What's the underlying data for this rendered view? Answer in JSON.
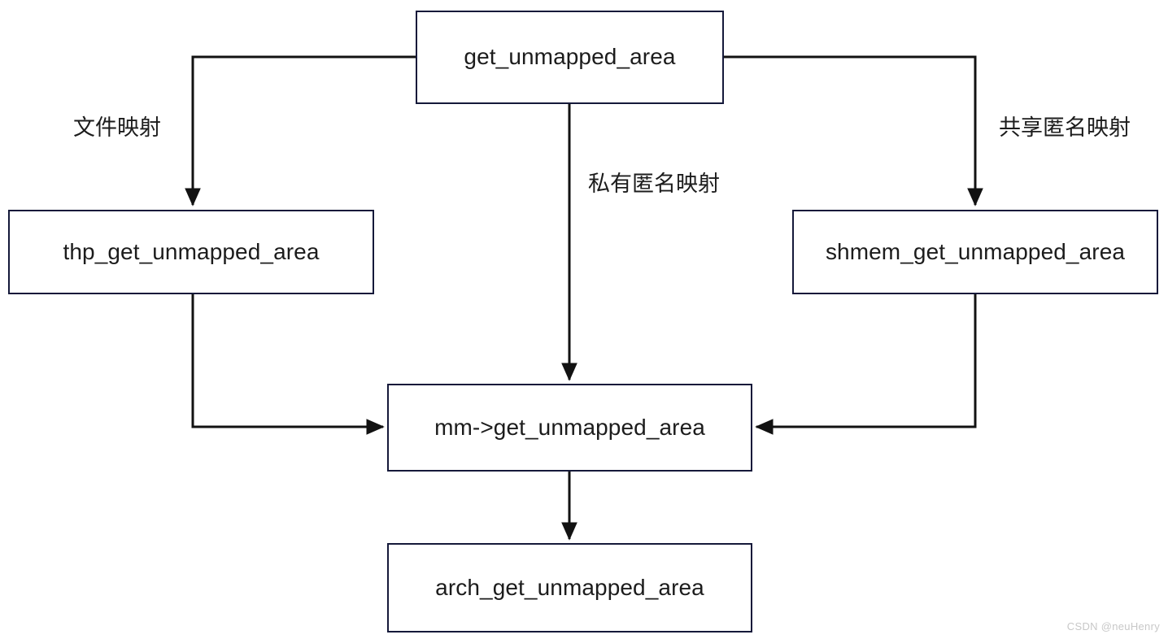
{
  "diagram": {
    "type": "flowchart",
    "title": "get_unmapped_area dispatch flow",
    "colors": {
      "node_border": "#15193a",
      "node_fill": "#ffffff",
      "edge_stroke": "#15193a",
      "text": "#1c1c1c",
      "watermark": "#c8c8c8",
      "background": "#ffffff"
    },
    "nodes": [
      {
        "id": "get",
        "label": "get_unmapped_area"
      },
      {
        "id": "thp",
        "label": "thp_get_unmapped_area"
      },
      {
        "id": "shmem",
        "label": "shmem_get_unmapped_area"
      },
      {
        "id": "mm",
        "label": "mm->get_unmapped_area"
      },
      {
        "id": "arch",
        "label": "arch_get_unmapped_area"
      }
    ],
    "edges": [
      {
        "from": "get",
        "to": "thp",
        "label": "文件映射"
      },
      {
        "from": "get",
        "to": "mm",
        "label": "私有匿名映射"
      },
      {
        "from": "get",
        "to": "shmem",
        "label": "共享匿名映射"
      },
      {
        "from": "thp",
        "to": "mm",
        "label": ""
      },
      {
        "from": "shmem",
        "to": "mm",
        "label": ""
      },
      {
        "from": "mm",
        "to": "arch",
        "label": ""
      }
    ],
    "edge_labels": {
      "file_mapping": "文件映射",
      "private_anon_mapping": "私有匿名映射",
      "shared_anon_mapping": "共享匿名映射"
    },
    "watermark": "CSDN @neuHenry"
  }
}
